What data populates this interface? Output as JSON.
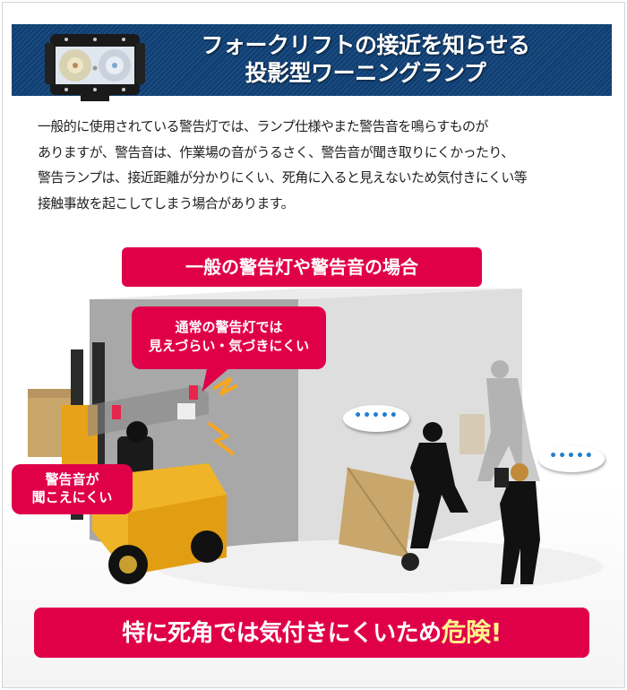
{
  "header": {
    "title_line1": "フォークリフトの接近を知らせる",
    "title_line2": "投影型ワーニングランプ",
    "bg_color": "#0f3f74",
    "image": "led-work-lamp"
  },
  "intro": {
    "lines": [
      "一般的に使用されている警告灯では、ランプ仕様やまた警告音を鳴らすものが",
      "ありますが、警告音は、作業場の音がうるさく、警告音が聞き取りにくかったり、",
      "警告ランプは、接近距離が分かりにくい、死角に入ると見えないため気付きにくい等",
      "接触事故を起こしてしまう場合があります。"
    ]
  },
  "section": {
    "label": "一般の警告灯や警告音の場合",
    "accent_color": "#e0004a"
  },
  "scene": {
    "bubble_light_line1": "通常の警告灯では",
    "bubble_light_line2": "見えづらい・気づきにくい",
    "bubble_sound_line1": "警告音が",
    "bubble_sound_line2": "聞こえにくい",
    "speech_1": "•••••",
    "speech_2": "•••••"
  },
  "banner": {
    "text": "特に死角では気付きにくいため",
    "emphasis": "危険!",
    "emphasis_color": "#fff58a"
  }
}
